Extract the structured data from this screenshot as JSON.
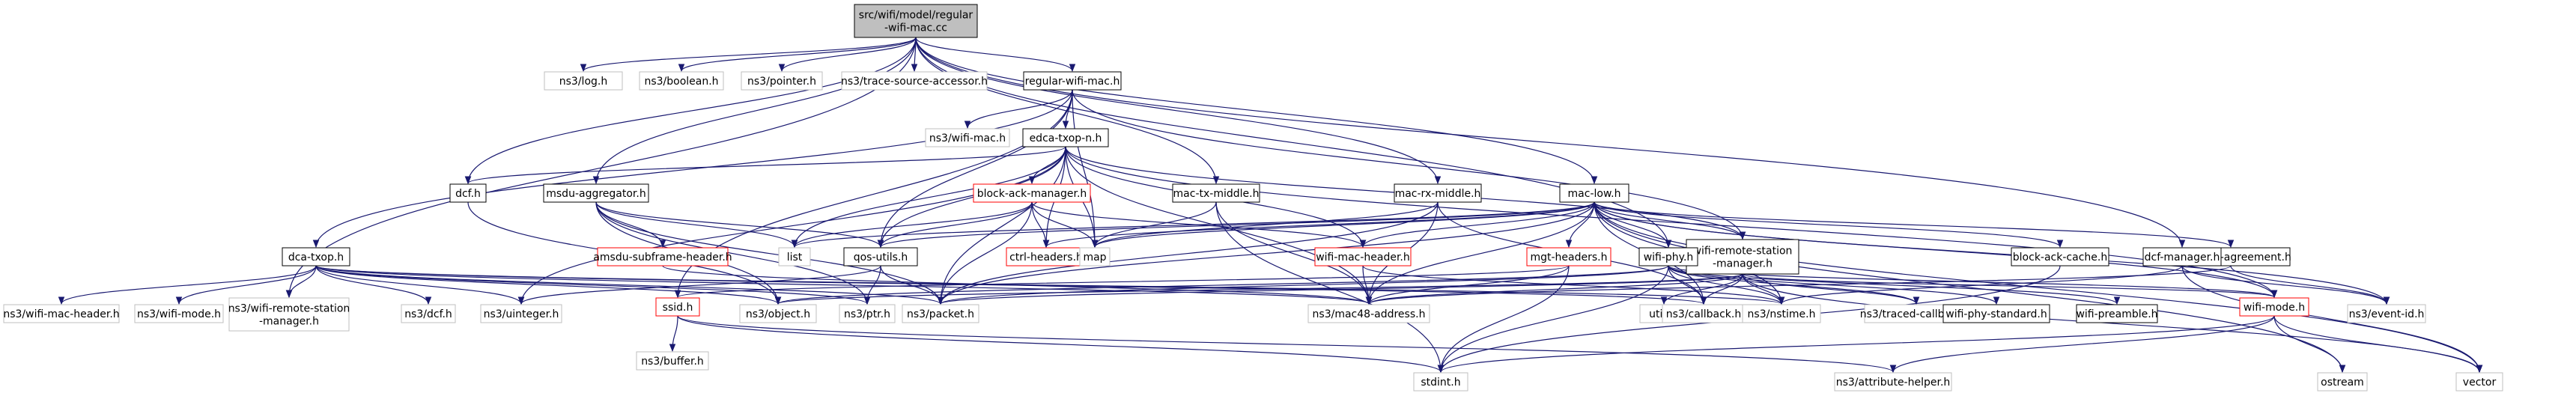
{
  "diagram": {
    "type": "include-dependency-graph",
    "colors": {
      "edge": "#191970",
      "root_fill": "#bfbfbf",
      "missing_file_border": "#ff0000",
      "external_border": "#bfbfbf"
    },
    "nodes": [
      {
        "id": "root",
        "lines": [
          "src/wifi/model/regular",
          "-wifi-mac.cc"
        ],
        "style": "root"
      },
      {
        "id": "log",
        "lines": [
          "ns3/log.h"
        ],
        "style": "ext"
      },
      {
        "id": "boolean",
        "lines": [
          "ns3/boolean.h"
        ],
        "style": "ext"
      },
      {
        "id": "pointer",
        "lines": [
          "ns3/pointer.h"
        ],
        "style": "ext"
      },
      {
        "id": "trace_accessor",
        "lines": [
          "ns3/trace-source-accessor.h"
        ],
        "style": "ext"
      },
      {
        "id": "regular_mac_h",
        "lines": [
          "regular-wifi-mac.h"
        ],
        "style": "normal"
      },
      {
        "id": "wifi_mac",
        "lines": [
          "ns3/wifi-mac.h"
        ],
        "style": "ext"
      },
      {
        "id": "edca",
        "lines": [
          "edca-txop-n.h"
        ],
        "style": "normal"
      },
      {
        "id": "dcf",
        "lines": [
          "dcf.h"
        ],
        "style": "normal"
      },
      {
        "id": "msdu",
        "lines": [
          "msdu-aggregator.h"
        ],
        "style": "normal"
      },
      {
        "id": "block_ack_mgr",
        "lines": [
          "block-ack-manager.h"
        ],
        "style": "red"
      },
      {
        "id": "mac_tx",
        "lines": [
          "mac-tx-middle.h"
        ],
        "style": "normal"
      },
      {
        "id": "mac_rx",
        "lines": [
          "mac-rx-middle.h"
        ],
        "style": "normal"
      },
      {
        "id": "mac_low",
        "lines": [
          "mac-low.h"
        ],
        "style": "normal"
      },
      {
        "id": "dca",
        "lines": [
          "dca-txop.h"
        ],
        "style": "normal"
      },
      {
        "id": "amsdu",
        "lines": [
          "amsdu-subframe-header.h"
        ],
        "style": "red"
      },
      {
        "id": "list",
        "lines": [
          "list"
        ],
        "style": "ext"
      },
      {
        "id": "qos",
        "lines": [
          "qos-utils.h"
        ],
        "style": "normal"
      },
      {
        "id": "ctrl",
        "lines": [
          "ctrl-headers.h"
        ],
        "style": "red"
      },
      {
        "id": "map",
        "lines": [
          "map"
        ],
        "style": "ext"
      },
      {
        "id": "wifi_mac_header",
        "lines": [
          "wifi-mac-header.h"
        ],
        "style": "red"
      },
      {
        "id": "mgt",
        "lines": [
          "mgt-headers.h"
        ],
        "style": "red"
      },
      {
        "id": "remote_station",
        "lines": [
          "wifi-remote-station",
          "-manager.h"
        ],
        "style": "normal"
      },
      {
        "id": "wifi_phy",
        "lines": [
          "wifi-phy.h"
        ],
        "style": "normal"
      },
      {
        "id": "block_ack_cache",
        "lines": [
          "block-ack-cache.h"
        ],
        "style": "normal"
      },
      {
        "id": "block_ack_agree",
        "lines": [
          "block-ack-agreement.h"
        ],
        "style": "normal"
      },
      {
        "id": "dcf_mgr",
        "lines": [
          "dcf-manager.h"
        ],
        "style": "normal"
      },
      {
        "id": "ns3_wifi_mac_header",
        "lines": [
          "ns3/wifi-mac-header.h"
        ],
        "style": "ext"
      },
      {
        "id": "ns3_wifi_mode",
        "lines": [
          "ns3/wifi-mode.h"
        ],
        "style": "ext"
      },
      {
        "id": "ns3_wrsm",
        "lines": [
          "ns3/wifi-remote-station",
          "-manager.h"
        ],
        "style": "ext"
      },
      {
        "id": "ns3_dcf",
        "lines": [
          "ns3/dcf.h"
        ],
        "style": "ext"
      },
      {
        "id": "uinteger",
        "lines": [
          "ns3/uinteger.h"
        ],
        "style": "ext"
      },
      {
        "id": "ssid",
        "lines": [
          "ssid.h"
        ],
        "style": "red"
      },
      {
        "id": "object",
        "lines": [
          "ns3/object.h"
        ],
        "style": "ext"
      },
      {
        "id": "ptr",
        "lines": [
          "ns3/ptr.h"
        ],
        "style": "ext"
      },
      {
        "id": "packet",
        "lines": [
          "ns3/packet.h"
        ],
        "style": "ext"
      },
      {
        "id": "mac48",
        "lines": [
          "ns3/mac48-address.h"
        ],
        "style": "ext"
      },
      {
        "id": "utility",
        "lines": [
          "utility"
        ],
        "style": "ext"
      },
      {
        "id": "callback",
        "lines": [
          "ns3/callback.h"
        ],
        "style": "ext"
      },
      {
        "id": "nstime",
        "lines": [
          "ns3/nstime.h"
        ],
        "style": "ext"
      },
      {
        "id": "traced_cb",
        "lines": [
          "ns3/traced-callback.h"
        ],
        "style": "ext"
      },
      {
        "id": "phy_standard",
        "lines": [
          "wifi-phy-standard.h"
        ],
        "style": "normal"
      },
      {
        "id": "preamble",
        "lines": [
          "wifi-preamble.h"
        ],
        "style": "normal"
      },
      {
        "id": "wifi_mode",
        "lines": [
          "wifi-mode.h"
        ],
        "style": "red"
      },
      {
        "id": "event_id",
        "lines": [
          "ns3/event-id.h"
        ],
        "style": "ext"
      },
      {
        "id": "buffer",
        "lines": [
          "ns3/buffer.h"
        ],
        "style": "ext"
      },
      {
        "id": "stdint",
        "lines": [
          "stdint.h"
        ],
        "style": "ext"
      },
      {
        "id": "attr_helper",
        "lines": [
          "ns3/attribute-helper.h"
        ],
        "style": "ext"
      },
      {
        "id": "ostream",
        "lines": [
          "ostream"
        ],
        "style": "ext"
      },
      {
        "id": "vector",
        "lines": [
          "vector"
        ],
        "style": "ext"
      }
    ],
    "edges": [
      [
        "root",
        "log"
      ],
      [
        "root",
        "boolean"
      ],
      [
        "root",
        "pointer"
      ],
      [
        "root",
        "trace_accessor"
      ],
      [
        "root",
        "regular_mac_h"
      ],
      [
        "root",
        "dcf"
      ],
      [
        "root",
        "msdu"
      ],
      [
        "root",
        "mac_tx"
      ],
      [
        "root",
        "mac_rx"
      ],
      [
        "root",
        "mac_low"
      ],
      [
        "root",
        "wifi_phy"
      ],
      [
        "root",
        "dcf_mgr"
      ],
      [
        "root",
        "ns3_wrsm"
      ],
      [
        "regular_mac_h",
        "wifi_mac"
      ],
      [
        "regular_mac_h",
        "edca"
      ],
      [
        "regular_mac_h",
        "qos"
      ],
      [
        "regular_mac_h",
        "map"
      ],
      [
        "regular_mac_h",
        "dca"
      ],
      [
        "regular_mac_h",
        "ssid"
      ],
      [
        "regular_mac_h",
        "remote_station"
      ],
      [
        "edca",
        "dcf"
      ],
      [
        "edca",
        "block_ack_mgr"
      ],
      [
        "edca",
        "list"
      ],
      [
        "edca",
        "qos"
      ],
      [
        "edca",
        "ctrl"
      ],
      [
        "edca",
        "map"
      ],
      [
        "edca",
        "wifi_mac_header"
      ],
      [
        "edca",
        "remote_station"
      ],
      [
        "edca",
        "packet"
      ],
      [
        "edca",
        "mac48"
      ],
      [
        "edca",
        "wifi_mode"
      ],
      [
        "edca",
        "uinteger"
      ],
      [
        "dcf",
        "object"
      ],
      [
        "msdu",
        "amsdu"
      ],
      [
        "msdu",
        "list"
      ],
      [
        "msdu",
        "qos"
      ],
      [
        "msdu",
        "ptr"
      ],
      [
        "msdu",
        "packet"
      ],
      [
        "msdu",
        "object"
      ],
      [
        "block_ack_mgr",
        "ctrl"
      ],
      [
        "block_ack_mgr",
        "map"
      ],
      [
        "block_ack_mgr",
        "qos"
      ],
      [
        "block_ack_mgr",
        "packet"
      ],
      [
        "block_ack_mgr",
        "wifi_mac_header"
      ],
      [
        "block_ack_mgr",
        "list"
      ],
      [
        "mac_tx",
        "map"
      ],
      [
        "mac_tx",
        "mac48"
      ],
      [
        "mac_tx",
        "stdint"
      ],
      [
        "mac_rx",
        "map"
      ],
      [
        "mac_rx",
        "packet"
      ],
      [
        "mac_rx",
        "mac48"
      ],
      [
        "mac_rx",
        "callback"
      ],
      [
        "mac_low",
        "list"
      ],
      [
        "mac_low",
        "map"
      ],
      [
        "mac_low",
        "qos"
      ],
      [
        "mac_low",
        "ctrl"
      ],
      [
        "mac_low",
        "wifi_mac_header"
      ],
      [
        "mac_low",
        "mgt"
      ],
      [
        "mac_low",
        "remote_station"
      ],
      [
        "mac_low",
        "wifi_phy"
      ],
      [
        "mac_low",
        "block_ack_cache"
      ],
      [
        "mac_low",
        "block_ack_agree"
      ],
      [
        "mac_low",
        "wifi_mode"
      ],
      [
        "mac_low",
        "event_id"
      ],
      [
        "mac_low",
        "vector"
      ],
      [
        "mac_low",
        "ostream"
      ],
      [
        "mac_low",
        "packet"
      ],
      [
        "mac_low",
        "mac48"
      ],
      [
        "mac_low",
        "nstime"
      ],
      [
        "mac_low",
        "callback"
      ],
      [
        "dca",
        "ns3_wifi_mac_header"
      ],
      [
        "dca",
        "ns3_wifi_mode"
      ],
      [
        "dca",
        "ns3_wrsm"
      ],
      [
        "dca",
        "ns3_dcf"
      ],
      [
        "dca",
        "uinteger"
      ],
      [
        "dca",
        "object"
      ],
      [
        "dca",
        "ptr"
      ],
      [
        "dca",
        "packet"
      ],
      [
        "dca",
        "mac48"
      ],
      [
        "dca",
        "callback"
      ],
      [
        "dca",
        "nstime"
      ],
      [
        "amsdu",
        "mac48"
      ],
      [
        "qos",
        "uinteger"
      ],
      [
        "qos",
        "ptr"
      ],
      [
        "qos",
        "packet"
      ],
      [
        "wifi_mac_header",
        "mac48"
      ],
      [
        "wifi_mac_header",
        "nstime"
      ],
      [
        "mgt",
        "ssid"
      ],
      [
        "mgt",
        "mac48"
      ],
      [
        "mgt",
        "stdint"
      ],
      [
        "remote_station",
        "utility"
      ],
      [
        "remote_station",
        "packet"
      ],
      [
        "remote_station",
        "mac48"
      ],
      [
        "remote_station",
        "nstime"
      ],
      [
        "remote_station",
        "callback"
      ],
      [
        "remote_station",
        "traced_cb"
      ],
      [
        "remote_station",
        "wifi_mode"
      ],
      [
        "remote_station",
        "object"
      ],
      [
        "remote_station",
        "vector"
      ],
      [
        "wifi_phy",
        "stdint"
      ],
      [
        "wifi_phy",
        "phy_standard"
      ],
      [
        "wifi_phy",
        "preamble"
      ],
      [
        "wifi_phy",
        "wifi_mode"
      ],
      [
        "wifi_phy",
        "packet"
      ],
      [
        "wifi_phy",
        "object"
      ],
      [
        "wifi_phy",
        "callback"
      ],
      [
        "wifi_phy",
        "nstime"
      ],
      [
        "wifi_phy",
        "traced_cb"
      ],
      [
        "block_ack_cache",
        "stdint"
      ],
      [
        "block_ack_agree",
        "mac48"
      ],
      [
        "block_ack_agree",
        "event_id"
      ],
      [
        "dcf_mgr",
        "event_id"
      ],
      [
        "dcf_mgr",
        "nstime"
      ],
      [
        "dcf_mgr",
        "vector"
      ],
      [
        "ssid",
        "buffer"
      ],
      [
        "ssid",
        "stdint"
      ],
      [
        "ssid",
        "attr_helper"
      ],
      [
        "wifi_mode",
        "stdint"
      ],
      [
        "wifi_mode",
        "attr_helper"
      ],
      [
        "wifi_mode",
        "ostream"
      ],
      [
        "wifi_mode",
        "vector"
      ]
    ]
  }
}
